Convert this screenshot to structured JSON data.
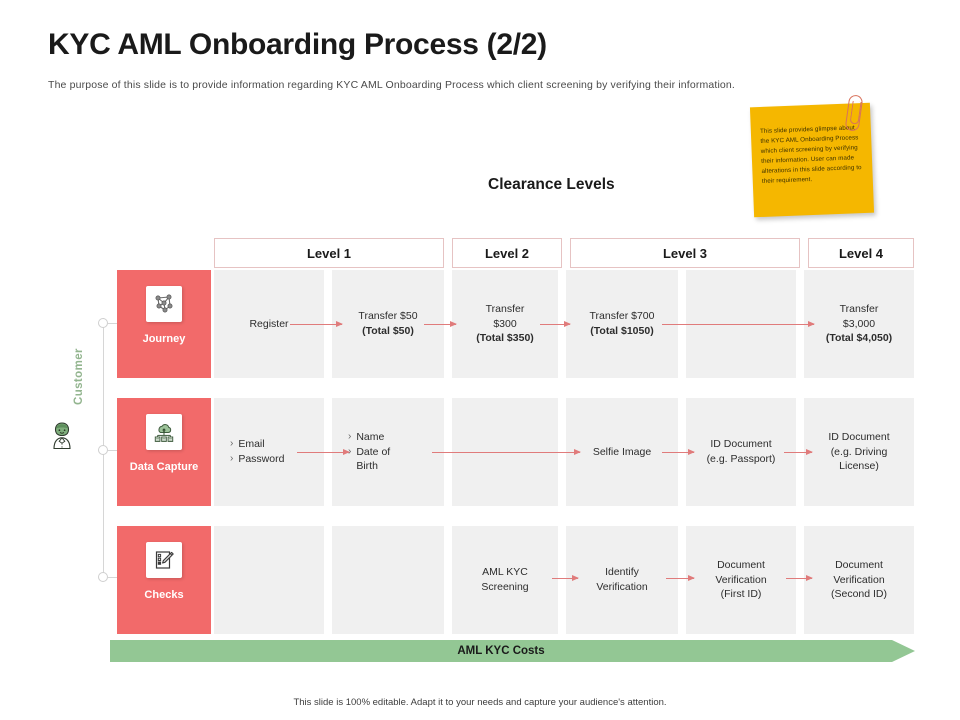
{
  "slide": {
    "title": "KYC AML Onboarding Process (2/2)",
    "subtitle": "The purpose of this slide is to provide information regarding KYC AML Onboarding Process which client screening by verifying their information.",
    "section_heading": "Clearance Levels",
    "footer_note": "This slide is 100% editable. Adapt it to your needs and capture your audience's attention."
  },
  "sticky_note": {
    "text": "This slide provides glimpse about the KYC AML Onboarding Process which client screening by verifying their information. User can made alterations in this slide according to their requirement.",
    "color": "#F5B700",
    "clip_icon": "paperclip-icon"
  },
  "customer_rail": {
    "label": "Customer",
    "avatar_icon": "person-avatar-icon",
    "label_color": "#93B58F"
  },
  "levels": [
    {
      "label": "Level 1",
      "span": 2
    },
    {
      "label": "Level 2",
      "span": 1
    },
    {
      "label": "Level 3",
      "span": 2
    },
    {
      "label": "Level 4",
      "span": 1
    }
  ],
  "rows": [
    {
      "label": "Journey",
      "icon": "network-nodes-icon",
      "color": "#F26A6A",
      "cells": [
        {
          "lines": [
            {
              "text": "Register",
              "bold": false
            }
          ]
        },
        {
          "lines": [
            {
              "text": "Transfer $50",
              "bold": false
            },
            {
              "text": "(Total $50)",
              "bold": true
            }
          ]
        },
        {
          "lines": [
            {
              "text": "Transfer",
              "bold": false
            },
            {
              "text": "$300",
              "bold": false
            },
            {
              "text": "(Total $350)",
              "bold": true
            }
          ]
        },
        {
          "lines": [
            {
              "text": "Transfer $700",
              "bold": false
            },
            {
              "text": "(Total $1050)",
              "bold": true
            }
          ]
        },
        {
          "lines": []
        },
        {
          "lines": [
            {
              "text": "Transfer",
              "bold": false
            },
            {
              "text": "$3,000",
              "bold": false
            },
            {
              "text": "(Total $4,050)",
              "bold": true
            }
          ]
        }
      ]
    },
    {
      "label": "Data Capture",
      "icon": "cloud-database-icon",
      "color": "#F26A6A",
      "cells": [
        {
          "bullets": [
            "Email",
            "Password"
          ]
        },
        {
          "bullets": [
            "Name",
            "Date of Birth"
          ]
        },
        {
          "lines": []
        },
        {
          "lines": [
            {
              "text": "Selfie Image",
              "bold": false
            }
          ]
        },
        {
          "lines": [
            {
              "text": "ID Document",
              "bold": false
            },
            {
              "text": "(e.g.  Passport)",
              "bold": false
            }
          ]
        },
        {
          "lines": [
            {
              "text": "ID Document",
              "bold": false
            },
            {
              "text": "(e.g.  Driving",
              "bold": false
            },
            {
              "text": "License)",
              "bold": false
            }
          ]
        }
      ]
    },
    {
      "label": "Checks",
      "icon": "checklist-pencil-icon",
      "color": "#F26A6A",
      "cells": [
        {
          "lines": []
        },
        {
          "lines": []
        },
        {
          "lines": [
            {
              "text": "AML KYC",
              "bold": false
            },
            {
              "text": "Screening",
              "bold": false
            }
          ]
        },
        {
          "lines": [
            {
              "text": "Identify",
              "bold": false
            },
            {
              "text": "Verification",
              "bold": false
            }
          ]
        },
        {
          "lines": [
            {
              "text": "Document",
              "bold": false
            },
            {
              "text": "Verification",
              "bold": false
            },
            {
              "text": "(First  ID)",
              "bold": false
            }
          ]
        },
        {
          "lines": [
            {
              "text": "Document",
              "bold": false
            },
            {
              "text": "Verification",
              "bold": false
            },
            {
              "text": "(Second ID)",
              "bold": false
            }
          ]
        }
      ]
    }
  ],
  "cost_bar": {
    "label": "AML KYC Costs",
    "color": "#93C794"
  },
  "bullet_marker": "›"
}
